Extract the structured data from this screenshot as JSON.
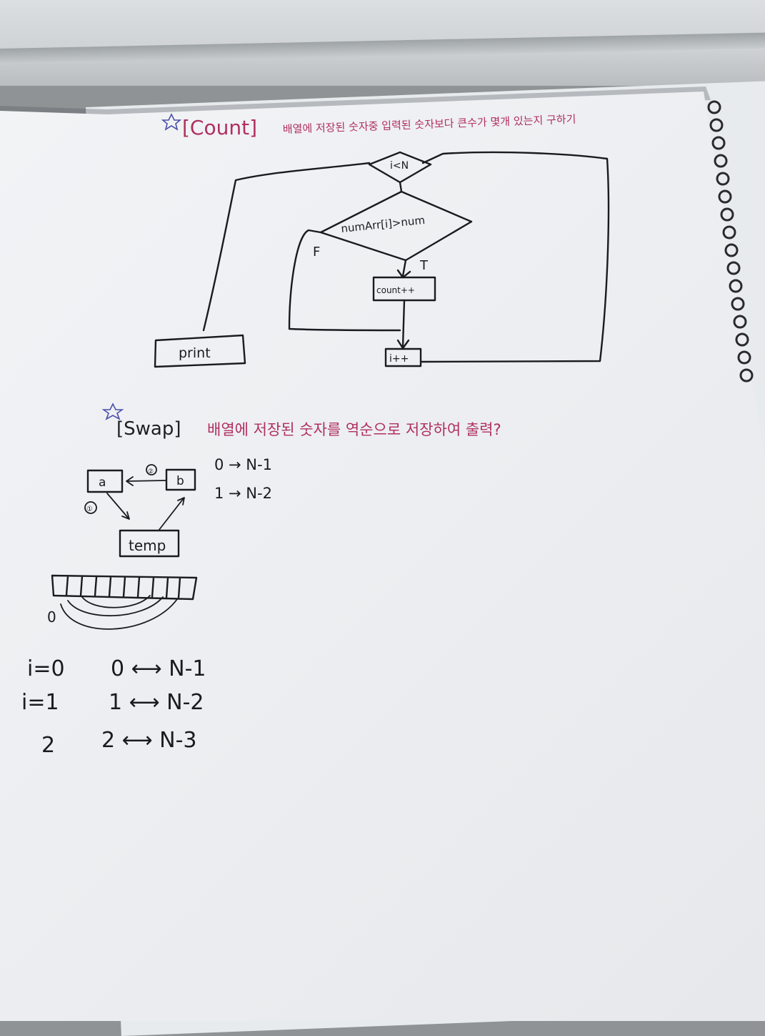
{
  "heading_count": {
    "tag": "[Count]",
    "text": "배열에 저장된 숫자중 입력된 숫자보다 큰수가 몇개 있는지 구하기"
  },
  "flowchart": {
    "condition": "i<N",
    "compare": "numArr[i]>num",
    "false_label": "F",
    "true_label": "T",
    "increment_count": "count++",
    "increment_i": "i++",
    "output": "print"
  },
  "heading_swap": {
    "tag": "[Swap]",
    "text": "배열에 저장된 숫자를 역순으로 저장하여 출력?"
  },
  "swap_diagram": {
    "box_a": "a",
    "box_b": "b",
    "box_temp": "temp",
    "step1": "①",
    "step2": "②",
    "map_lines": [
      "0 → N-1",
      "1 → N-2"
    ],
    "array_start": "0"
  },
  "index_table": [
    {
      "i": "i=0",
      "swap": "0 ⟷ N-1"
    },
    {
      "i": "i=1",
      "swap": "1 ⟷ N-2"
    },
    {
      "i": "2",
      "swap": "2 ⟷ N-3"
    }
  ],
  "colors": {
    "ink": "#1b1b1f",
    "title_ink": "#b0305e",
    "star_ink": "#4a4fa8",
    "paper": "#eceef1"
  }
}
